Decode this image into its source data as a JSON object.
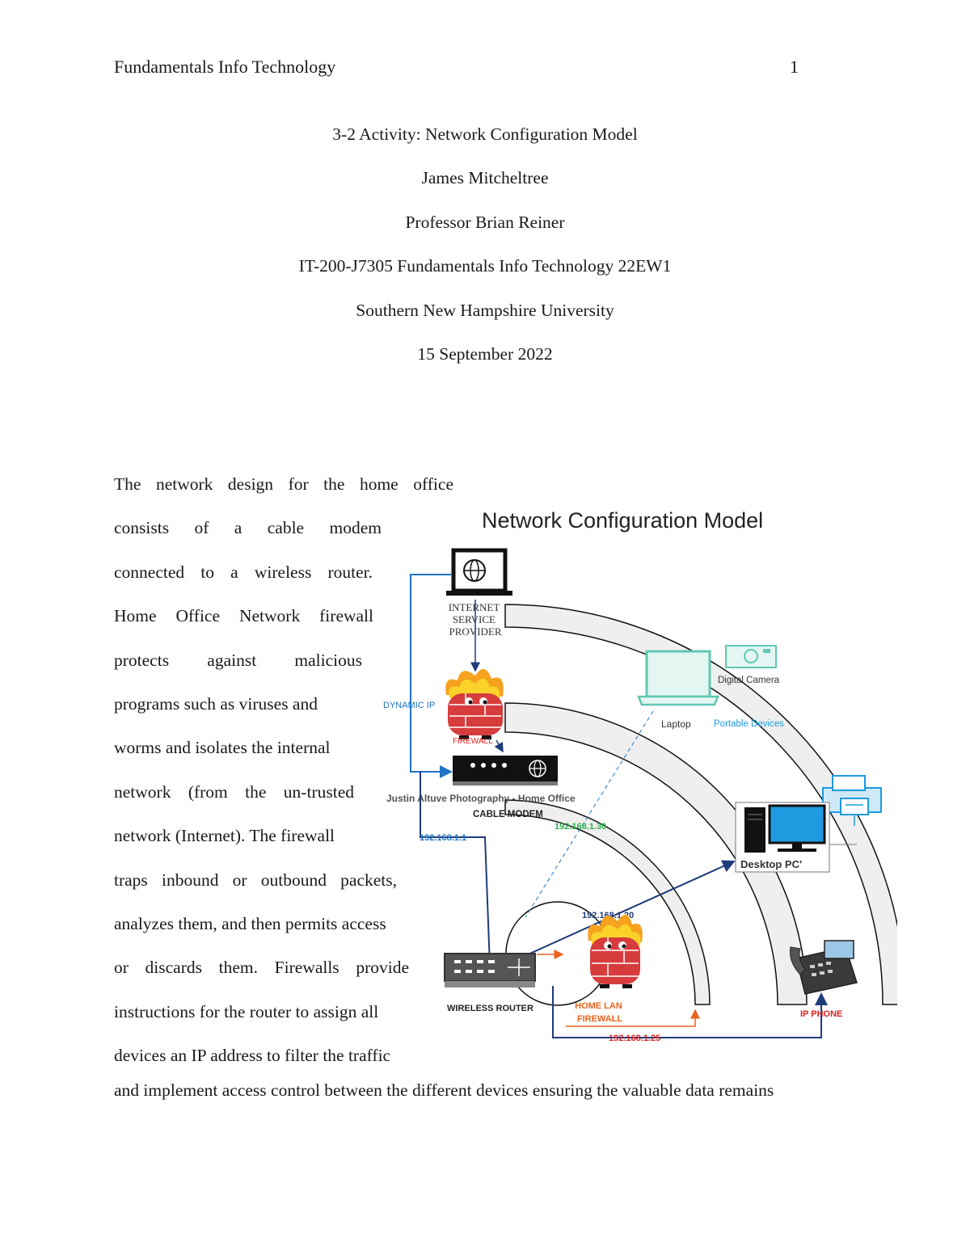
{
  "header": {
    "running_head": "Fundamentals Info Technology",
    "page_number": "1"
  },
  "title_page": {
    "title": "3-2 Activity: Network Configuration Model",
    "author": "James Mitcheltree",
    "professor": "Professor Brian Reiner",
    "course": "IT-200-J7305 Fundamentals Info Technology 22EW1",
    "institution": "Southern New Hampshire University",
    "date": "15 September 2022"
  },
  "body": {
    "wrapped_lines": [
      "The network design for the home office",
      "consists of a cable modem",
      "connected to a wireless router.",
      "Home Office Network firewall",
      "protects against malicious",
      "programs such as viruses and",
      "worms and isolates the internal",
      "network (from the un-trusted",
      "network (Internet). The firewall",
      "traps inbound or outbound packets,",
      "analyzes them, and then permits access",
      "or discards them. Firewalls provide",
      "instructions for the router to assign all",
      "devices an IP address to filter the traffic"
    ],
    "full_line": "and implement access control between the different devices ensuring the valuable data remains"
  },
  "diagram": {
    "title": "Network Configuration Model",
    "labels": {
      "isp_line1": "INTERNET",
      "isp_line2": "SERVICE",
      "isp_line3": "PROVIDER",
      "dynamic_ip": "DYNAMIC IP",
      "firewall": "FIREWALL",
      "company": "Justin Altuve Photography - Home Office",
      "cable_modem": "CABLE MODEM",
      "ip_router": "192.168.1.1",
      "ip_laptop": "192.168.1.30",
      "ip_desktop": "192.168.1.20",
      "ip_phone_addr": "192.168.1.25",
      "laptop": "Laptop",
      "digital_camera": "Digital Camera",
      "portable_devices": "Portable Devices",
      "desktop_pc": "Desktop PC'",
      "wireless_router": "WIRELESS ROUTER",
      "home_lan_line1": "HOME LAN",
      "home_lan_line2": "FIREWALL",
      "ip_phone": "IP PHONE"
    },
    "colors": {
      "blue_link": "#1f73c4",
      "navy_link": "#1f3c7a",
      "green_ip": "#2bb04a",
      "red_ip": "#e02020",
      "orange": "#e8641e",
      "teal_device": "#5fc7b3",
      "monitor_blue": "#1e9be0"
    }
  }
}
